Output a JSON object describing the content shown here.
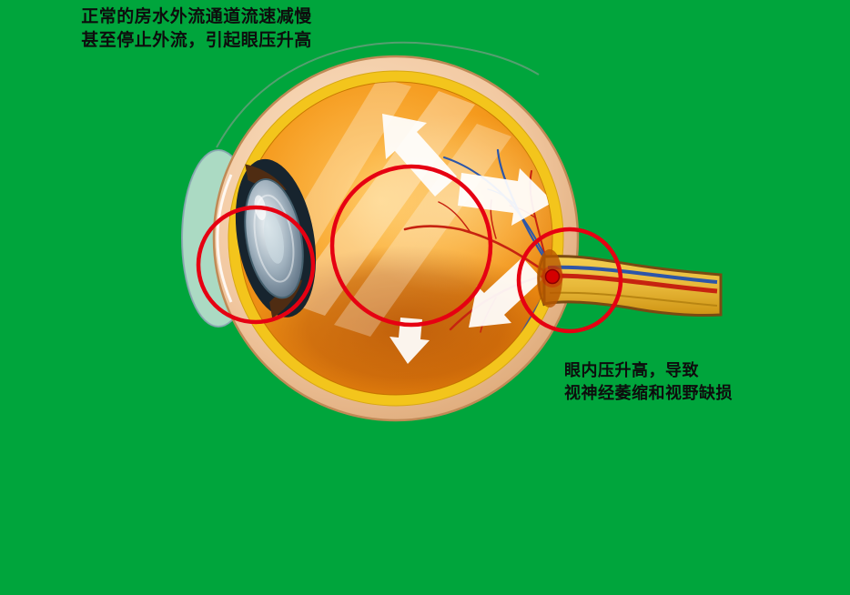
{
  "annotations": {
    "top_left": {
      "line1": "正常的房水外流通道流速减慢",
      "line2": "甚至停止外流，引起眼压升高"
    },
    "bottom_right": {
      "line1": "眼内压升高，导致",
      "line2": "视神经萎缩和视野缺损"
    }
  },
  "colors": {
    "background_green": "#00a53c",
    "highlight_red": "#e60012",
    "sclera_tan": "#f2c9a2",
    "choroid_yellow": "#f3c51c",
    "vitreous_orange": "#f08c14",
    "optic_nerve_yellow": "#e8b93a",
    "vessel_red": "#c62310",
    "vessel_blue": "#2d56a8",
    "lens_gray": "#9fb0bd"
  }
}
